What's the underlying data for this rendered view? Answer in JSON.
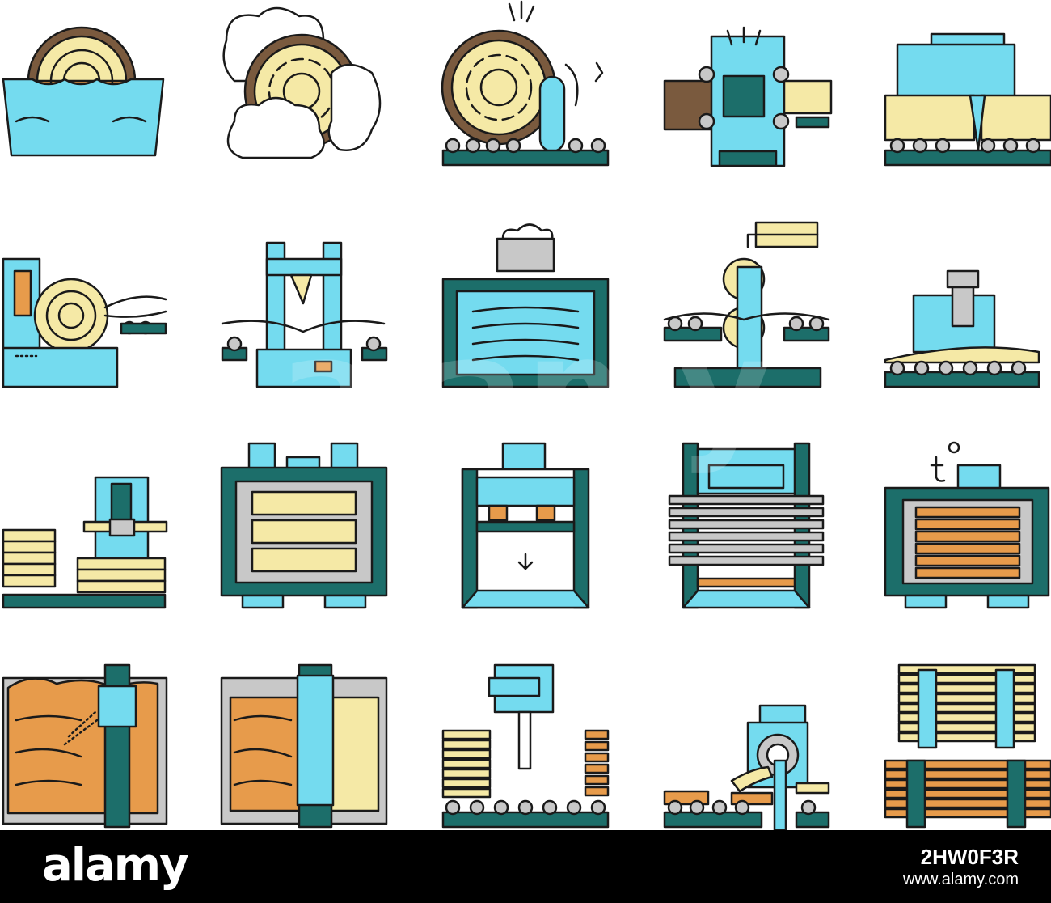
{
  "colors": {
    "teal": "#1c6e6a",
    "light_blue": "#74dbef",
    "cream": "#f5e9a6",
    "orange": "#e79b4b",
    "brown": "#7a5a3e",
    "gray": "#c8c8c8",
    "outline": "#1a1a1a"
  },
  "icons": [
    "log-soaking-icon",
    "log-steaming-icon",
    "log-debarking-icon",
    "veneer-conveyor-machine-icon",
    "board-cutting-icon",
    "rotary-peeling-icon",
    "guillotine-cutter-icon",
    "veneer-dryer-icon",
    "glue-roller-icon",
    "glue-spreader-icon",
    "veneer-stacking-icon",
    "cold-press-icon",
    "hydraulic-press-icon",
    "multi-layer-hot-press-icon",
    "temperature-press-icon",
    "panel-sawing-icon",
    "edge-trimming-icon",
    "sanding-machine-icon",
    "finishing-roller-icon",
    "plywood-stack-icon"
  ],
  "watermark": {
    "text": "alamy"
  },
  "footer": {
    "logo": "alamy",
    "image_id": "2HW0F3R",
    "site": "www.alamy.com"
  }
}
